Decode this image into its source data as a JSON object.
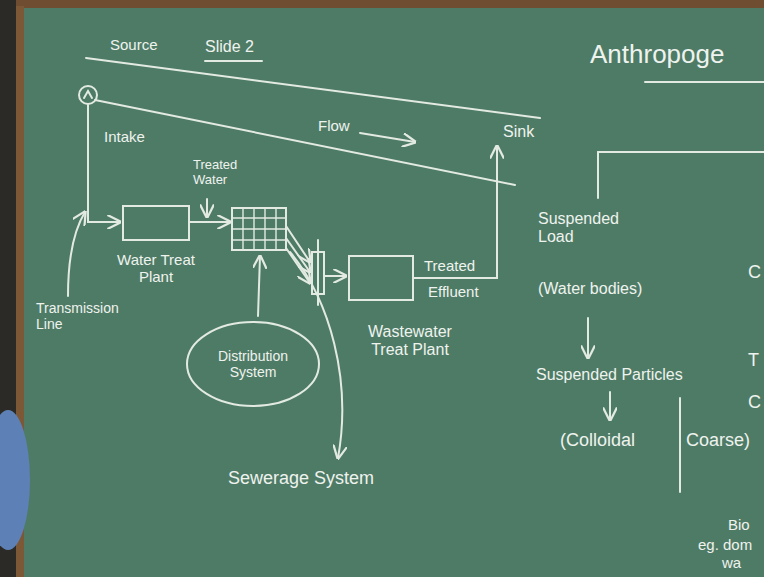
{
  "diagram": {
    "nodes": [
      {
        "text": [
          "Water Treat Plant"
        ]
      },
      {
        "text": [
          "Distribution System"
        ]
      },
      {
        "text": [
          "Wastewater Treat Plant"
        ]
      }
    ],
    "labels": [
      "Source",
      "Slide 2",
      "Anthropoge",
      "Intake",
      "Flow",
      "Sink",
      "Treated Water",
      "Treated",
      "Effluent",
      "Transmission Line",
      "Sewerage System",
      "Suspended Load",
      "C",
      "(Water bodies)",
      "Suspended Particles",
      "T",
      "C",
      "(Colloidal",
      "Coarse)",
      "Bio",
      "eg. dom",
      "wa"
    ]
  }
}
